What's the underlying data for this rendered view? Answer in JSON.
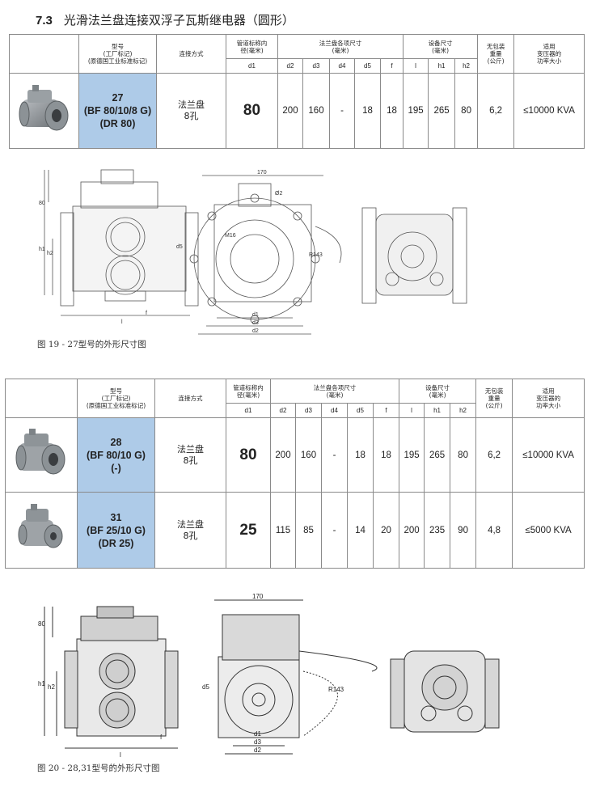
{
  "section": {
    "number": "7.3",
    "title": "光滑法兰盘连接双浮子瓦斯继电器（圆形）"
  },
  "table_header": {
    "model_line1": "型号",
    "model_line2": "(工厂标记)",
    "model_line3": "(原德国工业标准标记)",
    "connection": "连接方式",
    "pipe_line1": "管道标称内",
    "pipe_line2": "径(毫米)",
    "flange_line1": "法兰盘各项尺寸",
    "flange_line2": "(毫米)",
    "device_line1": "设备尺寸",
    "device_line2": "(毫米)",
    "weight_line1": "无包装",
    "weight_line2": "重量",
    "weight_line3": "(公斤)",
    "power_line1": "适用",
    "power_line2": "变压器的",
    "power_line3": "功率大小",
    "d1": "d1",
    "d2": "d2",
    "d3": "d3",
    "d4": "d4",
    "d5": "d5",
    "f": "f",
    "l": "l",
    "h1": "h1",
    "h2": "h2"
  },
  "table1": [
    {
      "model1": "27",
      "model2": "(BF 80/10/8 G)",
      "model3": "(DR 80)",
      "conn1": "法兰盘",
      "conn2": "8孔",
      "d1": "80",
      "d2": "200",
      "d3": "160",
      "d4": "-",
      "d5": "18",
      "f": "18",
      "l": "195",
      "h1": "265",
      "h2": "80",
      "weight": "6,2",
      "power": "≤10000 KVA"
    }
  ],
  "table2": [
    {
      "model1": "28",
      "model2": "(BF 80/10 G)",
      "model3": "(-)",
      "conn1": "法兰盘",
      "conn2": "8孔",
      "d1": "80",
      "d2": "200",
      "d3": "160",
      "d4": "-",
      "d5": "18",
      "f": "18",
      "l": "195",
      "h1": "265",
      "h2": "80",
      "weight": "6,2",
      "power": "≤10000 KVA"
    },
    {
      "model1": "31",
      "model2": "(BF 25/10 G)",
      "model3": "(DR 25)",
      "conn1": "法兰盘",
      "conn2": "8孔",
      "d1": "25",
      "d2": "115",
      "d3": "85",
      "d4": "-",
      "d5": "14",
      "f": "20",
      "l": "200",
      "h1": "235",
      "h2": "90",
      "weight": "4,8",
      "power": "≤5000 KVA"
    }
  ],
  "figure1": {
    "caption": "图 19 - 27型号的外形尺寸图",
    "labels": {
      "d80": "80",
      "h1": "h1",
      "h2": "h2",
      "l": "l",
      "f": "f",
      "w170": "170",
      "r143": "R143",
      "m16": "M16",
      "d5": "d5",
      "d1": "d1",
      "d3": "d3",
      "d2": "d2",
      "b": "Ø2"
    }
  },
  "figure2": {
    "caption": "图 20 - 28,31型号的外形尺寸图",
    "labels": {
      "d80": "80",
      "h1": "h1",
      "h2": "h2",
      "l": "l",
      "f": "f",
      "w170": "170",
      "r143": "R143",
      "d5": "d5",
      "d1": "d1",
      "d3": "d3",
      "d2": "d2"
    }
  }
}
